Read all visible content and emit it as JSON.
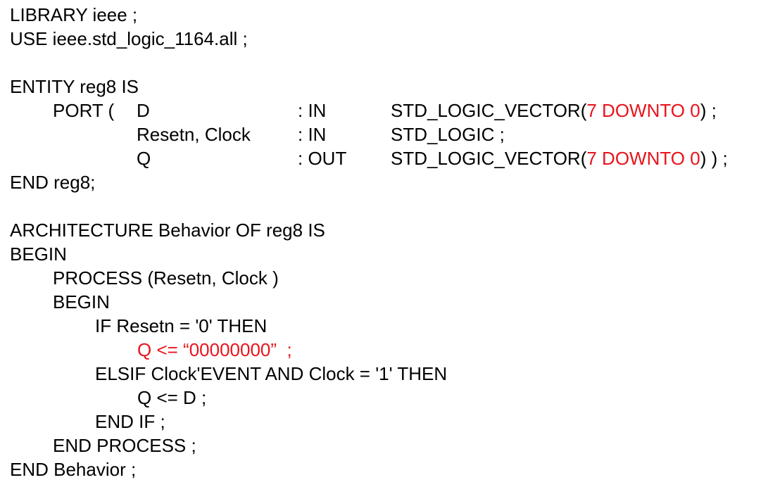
{
  "colors": {
    "text": "#000000",
    "highlight": "#e8141c",
    "background": "#ffffff"
  },
  "code": {
    "library": "LIBRARY ieee ;",
    "use": "USE ieee.std_logic_1164.all ;",
    "entity_open": "ENTITY reg8 IS",
    "port_keyword": "PORT (",
    "ports": [
      {
        "name": "D",
        "mode": ": IN",
        "type_prefix": "STD_LOGIC_VECTOR(",
        "range": "7 DOWNTO 0",
        "type_suffix": ") ;"
      },
      {
        "name": "Resetn, Clock",
        "mode": ": IN",
        "type_prefix": "STD_LOGIC ;",
        "range": "",
        "type_suffix": ""
      },
      {
        "name": "Q",
        "mode": ": OUT",
        "type_prefix": "STD_LOGIC_VECTOR(",
        "range": "7 DOWNTO 0",
        "type_suffix": ") ) ;"
      }
    ],
    "entity_close": "END reg8;",
    "architecture_open": "ARCHITECTURE Behavior OF reg8 IS",
    "begin": "BEGIN",
    "process_open": "PROCESS (Resetn, Clock )",
    "process_begin": "BEGIN",
    "if_reset": "IF Resetn = '0' THEN",
    "reset_assign": "Q <= “00000000”  ;",
    "elsif_clock": "ELSIF Clock'EVENT AND Clock = '1' THEN",
    "clock_assign": "Q <= D ;",
    "end_if": "END IF ;",
    "process_close": "END PROCESS ;",
    "architecture_close": "END Behavior ;"
  }
}
